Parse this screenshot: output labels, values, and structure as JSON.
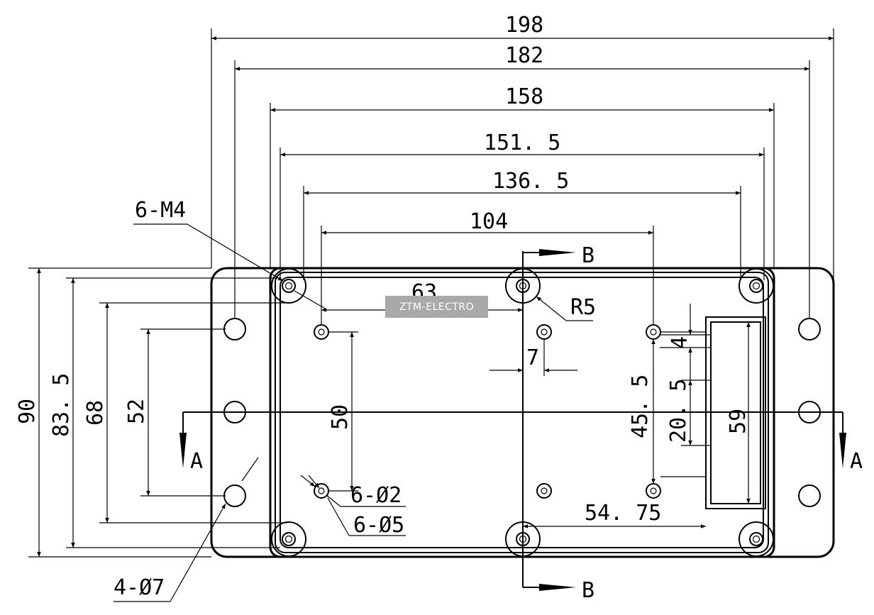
{
  "dimensions": {
    "overall_198": "198",
    "flange_182": "182",
    "body_158": "158",
    "inner_151_5": "151. 5",
    "inner_136_5": "136. 5",
    "holes_104": "104",
    "half_63": "63",
    "offset_7": "7",
    "height_90": "90",
    "height_83_5": "83. 5",
    "height_68": "68",
    "height_52": "52",
    "spacing_50": "50",
    "spacing_45_5": "45. 5",
    "spacing_20_5": "20. 5",
    "window_59": "59",
    "gap_4": "4",
    "offset_54_75": "54. 75"
  },
  "callouts": {
    "thread": "6-M4",
    "radius": "R5",
    "small_hole": "6-Ø2",
    "boss": "6-Ø5",
    "mount_hole": "4-Ø7"
  },
  "sections": {
    "b_top": "B",
    "b_bottom": "B",
    "a_left": "A",
    "a_right": "A"
  },
  "watermark": "ZTM-ELECTRO"
}
